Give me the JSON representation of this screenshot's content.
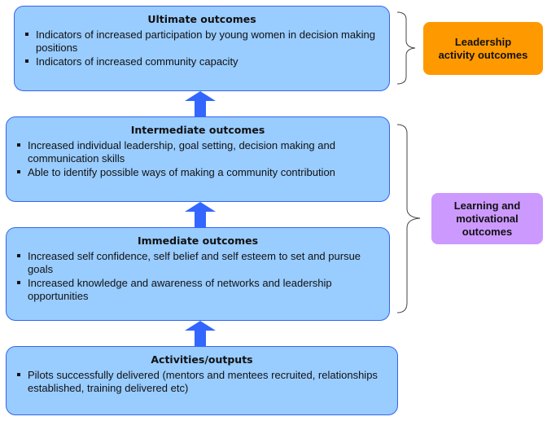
{
  "diagram": {
    "boxes": [
      {
        "id": "ultimate",
        "title": "Ultimate outcomes",
        "items": [
          "Indicators of increased participation by young women in decision making positions",
          "Indicators of increased community capacity"
        ]
      },
      {
        "id": "intermediate",
        "title": "Intermediate outcomes",
        "items": [
          "Increased individual leadership, goal setting, decision making and communication skills",
          "Able to identify possible ways of making a community contribution"
        ]
      },
      {
        "id": "immediate",
        "title": "Immediate outcomes",
        "items": [
          "Increased self confidence, self belief and self esteem to set and pursue goals",
          "Increased knowledge and awareness of networks and leadership opportunities"
        ]
      },
      {
        "id": "activities",
        "title": "Activities/outputs",
        "items": [
          "Pilots successfully delivered (mentors and mentees recruited, relationships established, training delivered etc)"
        ]
      }
    ],
    "side_labels": {
      "leadership": "Leadership activity outcomes",
      "learning": "Learning and motivational outcomes"
    },
    "colors": {
      "box_fill": "#99ccff",
      "box_border": "#3366ee",
      "arrow": "#3366ff",
      "leadership": "#ff9900",
      "learning": "#cc99ff"
    }
  }
}
